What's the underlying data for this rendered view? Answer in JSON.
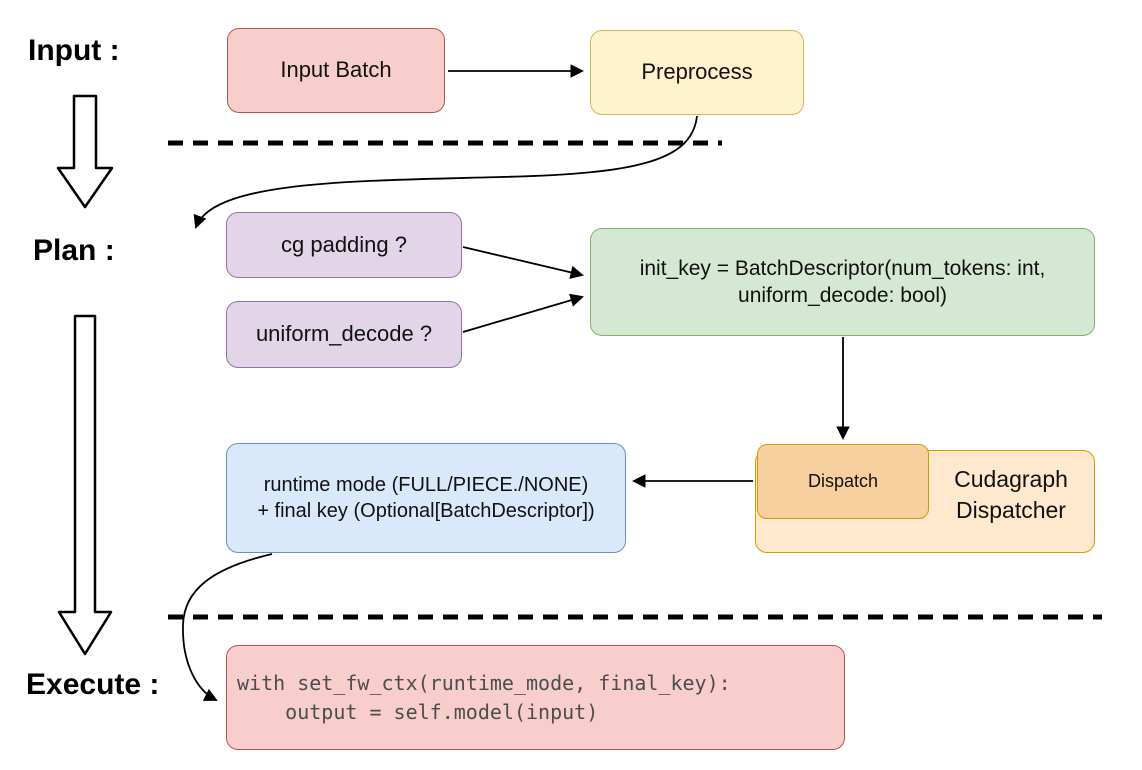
{
  "stage_labels": {
    "input": "Input :",
    "plan": "Plan :",
    "execute": "Execute :"
  },
  "nodes": {
    "input_batch": "Input Batch",
    "preprocess": "Preprocess",
    "cg_padding": "cg padding ?",
    "uniform_decode": "uniform_decode ?",
    "init_key_line1": "init_key = BatchDescriptor(num_tokens: int,",
    "init_key_line2": "uniform_decode: bool)",
    "dispatch": "Dispatch",
    "cudagraph_line1": "Cudagraph",
    "cudagraph_line2": "Dispatcher",
    "runtime_line1": "runtime mode (FULL/PIECE./NONE)",
    "runtime_line2": "+ final key (Optional[BatchDescriptor])",
    "code_line1": "with set_fw_ctx(runtime_mode, final_key):",
    "code_line2": "    output = self.model(input)"
  },
  "palette": {
    "red_fill": "#f8cecc",
    "red_stroke": "#b85450",
    "yellow_fill": "#fff2cc",
    "yellow_stroke": "#d6b656",
    "purple_fill": "#e1d5e7",
    "purple_stroke": "#9673a6",
    "green_fill": "#d5e8d4",
    "green_stroke": "#82b366",
    "orange_fill": "#ffe8cd",
    "orange_inner_fill": "#f8cf9e",
    "orange_stroke": "#d79b00",
    "blue_fill": "#dae8fc",
    "blue_stroke": "#6c8ebf",
    "arrow_color": "#000000",
    "code_text_color": "#4d4d4d"
  }
}
